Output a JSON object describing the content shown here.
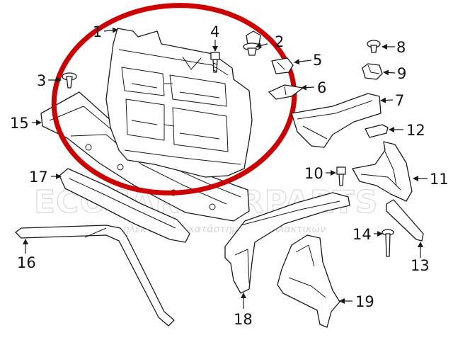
{
  "diagram": {
    "highlight_color": "#cc0000",
    "line_color": "#1a1a1a",
    "watermark": {
      "main": "ECOCAR CARPARTS",
      "tagline": "το μεγαλύτερο ηλεκτρονικό κατάστημα ανταλλακτικών"
    },
    "callouts": [
      {
        "id": "1",
        "label": "1"
      },
      {
        "id": "2",
        "label": "2"
      },
      {
        "id": "3",
        "label": "3"
      },
      {
        "id": "4",
        "label": "4"
      },
      {
        "id": "5",
        "label": "5"
      },
      {
        "id": "6",
        "label": "6"
      },
      {
        "id": "7",
        "label": "7"
      },
      {
        "id": "8",
        "label": "8"
      },
      {
        "id": "9",
        "label": "9"
      },
      {
        "id": "10",
        "label": "10"
      },
      {
        "id": "11",
        "label": "11"
      },
      {
        "id": "12",
        "label": "12"
      },
      {
        "id": "13",
        "label": "13"
      },
      {
        "id": "14",
        "label": "14"
      },
      {
        "id": "15",
        "label": "15"
      },
      {
        "id": "16",
        "label": "16"
      },
      {
        "id": "17",
        "label": "17"
      },
      {
        "id": "18",
        "label": "18"
      },
      {
        "id": "19",
        "label": "19"
      }
    ]
  }
}
